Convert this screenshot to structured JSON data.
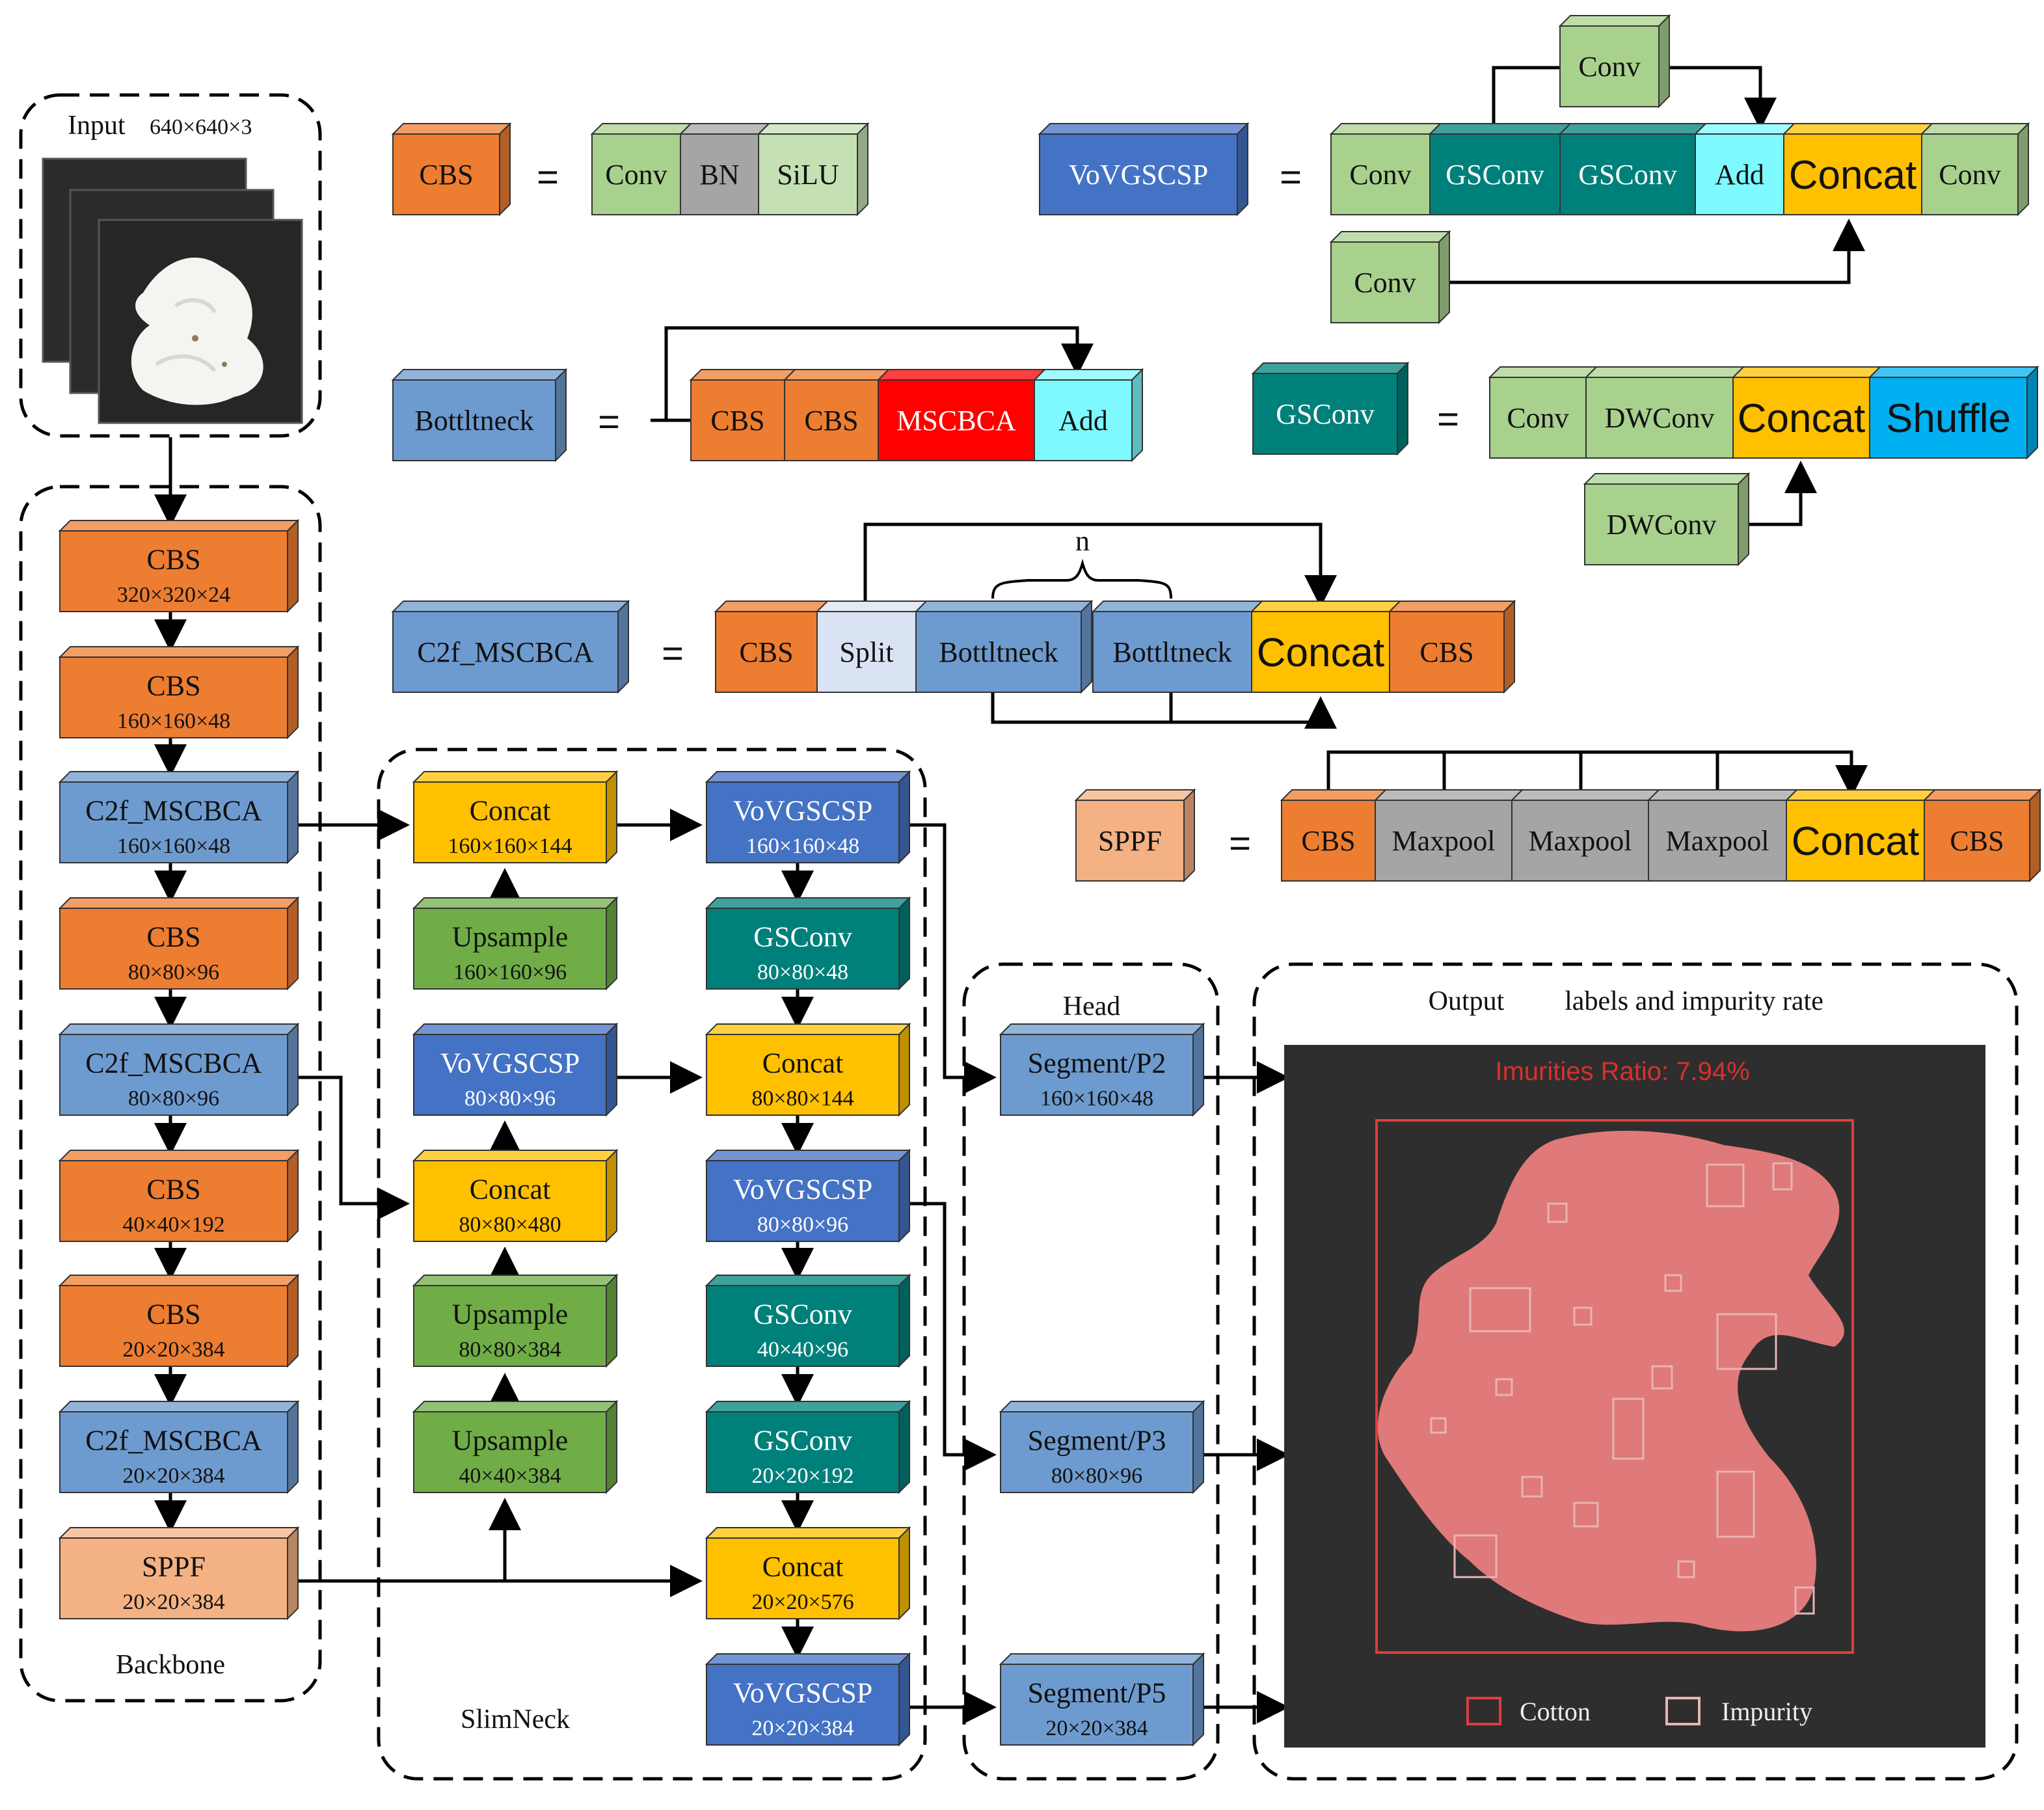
{
  "colors": {
    "cbs": "#ED7D31",
    "c2f": "#6E9BCF",
    "vov": "#4472C4",
    "gsconv": "#00807A",
    "concat": "#FFC000",
    "upsample": "#70AD47",
    "sppf": "#F4B183",
    "conv": "#A9D18E",
    "bn": "#A5A5A5",
    "silu": "#C5E0B4",
    "add": "#7DF9FF",
    "mscbca": "#FF0000",
    "split": "#DAE3F3",
    "shuffle": "#00B0F0",
    "maxpool": "#A5A5A5",
    "segment": "#6E9BCF",
    "cotton_box": "#E03C3C",
    "impurity_box": "#E8B4B4",
    "photo_bg": "#2E2E2E",
    "cotton_mask": "#F08080"
  },
  "input": {
    "caption": "Input",
    "size": "640×640×3",
    "icon": "cotton-photo-stack"
  },
  "groups": {
    "backbone": "Backbone",
    "neck": "SlimNeck",
    "head": "Head",
    "output": "Output",
    "output_sub": "labels and impurity rate"
  },
  "backbone": [
    {
      "name": "CBS",
      "size": "320×320×24",
      "color": "cbs"
    },
    {
      "name": "CBS",
      "size": "160×160×48",
      "color": "cbs"
    },
    {
      "name": "C2f_MSCBCA",
      "size": "160×160×48",
      "color": "c2f"
    },
    {
      "name": "CBS",
      "size": "80×80×96",
      "color": "cbs"
    },
    {
      "name": "C2f_MSCBCA",
      "size": "80×80×96",
      "color": "c2f"
    },
    {
      "name": "CBS",
      "size": "40×40×192",
      "color": "cbs"
    },
    {
      "name": "CBS",
      "size": "20×20×384",
      "color": "cbs"
    },
    {
      "name": "C2f_MSCBCA",
      "size": "20×20×384",
      "color": "c2f"
    },
    {
      "name": "SPPF",
      "size": "20×20×384",
      "color": "sppf"
    }
  ],
  "neck_left": [
    {
      "name": "Concat",
      "size": "160×160×144",
      "color": "concat"
    },
    {
      "name": "Upsample",
      "size": "160×160×96",
      "color": "upsample"
    },
    {
      "name": "VoVGSCSP",
      "size": "80×80×96",
      "color": "vov"
    },
    {
      "name": "Concat",
      "size": "80×80×480",
      "color": "concat"
    },
    {
      "name": "Upsample",
      "size": "80×80×384",
      "color": "upsample"
    },
    {
      "name": "Upsample",
      "size": "40×40×384",
      "color": "upsample"
    }
  ],
  "neck_right": [
    {
      "name": "VoVGSCSP",
      "size": "160×160×48",
      "color": "vov"
    },
    {
      "name": "GSConv",
      "size": "80×80×48",
      "color": "gsconv"
    },
    {
      "name": "Concat",
      "size": "80×80×144",
      "color": "concat"
    },
    {
      "name": "VoVGSCSP",
      "size": "80×80×96",
      "color": "vov"
    },
    {
      "name": "GSConv",
      "size": "40×40×96",
      "color": "gsconv"
    },
    {
      "name": "GSConv",
      "size": "20×20×192",
      "color": "gsconv"
    },
    {
      "name": "Concat",
      "size": "20×20×576",
      "color": "concat"
    },
    {
      "name": "VoVGSCSP",
      "size": "20×20×384",
      "color": "vov"
    }
  ],
  "head": [
    {
      "name": "Segment/P2",
      "size": "160×160×48",
      "color": "segment"
    },
    {
      "name": "Segment/P3",
      "size": "80×80×96",
      "color": "segment"
    },
    {
      "name": "Segment/P5",
      "size": "20×20×384",
      "color": "segment"
    }
  ],
  "legend_defs": {
    "equals": "=",
    "cbs": {
      "label": "CBS",
      "parts": [
        {
          "name": "Conv",
          "color": "conv"
        },
        {
          "name": "BN",
          "color": "bn"
        },
        {
          "name": "SiLU",
          "color": "silu"
        }
      ]
    },
    "bottleneck": {
      "label": "Bottltneck",
      "parts": [
        {
          "name": "CBS",
          "color": "cbs"
        },
        {
          "name": "CBS",
          "color": "cbs"
        },
        {
          "name": "MSCBCA",
          "color": "mscbca"
        },
        {
          "name": "Add",
          "color": "add"
        }
      ]
    },
    "c2f": {
      "label": "C2f_MSCBCA",
      "repeat": "n",
      "parts": [
        {
          "name": "CBS",
          "color": "cbs"
        },
        {
          "name": "Split",
          "color": "split"
        },
        {
          "name": "Bottltneck",
          "color": "c2f"
        },
        {
          "name": "Bottltneck",
          "color": "c2f"
        },
        {
          "name": "Concat",
          "color": "concat"
        },
        {
          "name": "CBS",
          "color": "cbs"
        }
      ]
    },
    "vov": {
      "label": "VoVGSCSP",
      "top": "Conv",
      "bottom": "Conv",
      "parts": [
        {
          "name": "Conv",
          "color": "conv"
        },
        {
          "name": "GSConv",
          "color": "gsconv"
        },
        {
          "name": "GSConv",
          "color": "gsconv"
        },
        {
          "name": "Add",
          "color": "add"
        },
        {
          "name": "Concat",
          "color": "concat"
        },
        {
          "name": "Conv",
          "color": "conv"
        }
      ]
    },
    "gsconv": {
      "label": "GSConv",
      "bottom": "DWConv",
      "parts": [
        {
          "name": "Conv",
          "color": "conv"
        },
        {
          "name": "DWConv",
          "color": "conv"
        },
        {
          "name": "Concat",
          "color": "concat"
        },
        {
          "name": "Shuffle",
          "color": "shuffle"
        }
      ]
    },
    "sppf": {
      "label": "SPPF",
      "parts": [
        {
          "name": "CBS",
          "color": "cbs"
        },
        {
          "name": "Maxpool",
          "color": "maxpool"
        },
        {
          "name": "Maxpool",
          "color": "maxpool"
        },
        {
          "name": "Maxpool",
          "color": "maxpool"
        },
        {
          "name": "Concat",
          "color": "concat"
        },
        {
          "name": "CBS",
          "color": "cbs"
        }
      ]
    }
  },
  "output": {
    "ratio_text": "Imurities Ratio: 7.94%",
    "legend": [
      {
        "label": "Cotton",
        "color": "cotton_box"
      },
      {
        "label": "Impurity",
        "color": "impurity_box"
      }
    ]
  }
}
